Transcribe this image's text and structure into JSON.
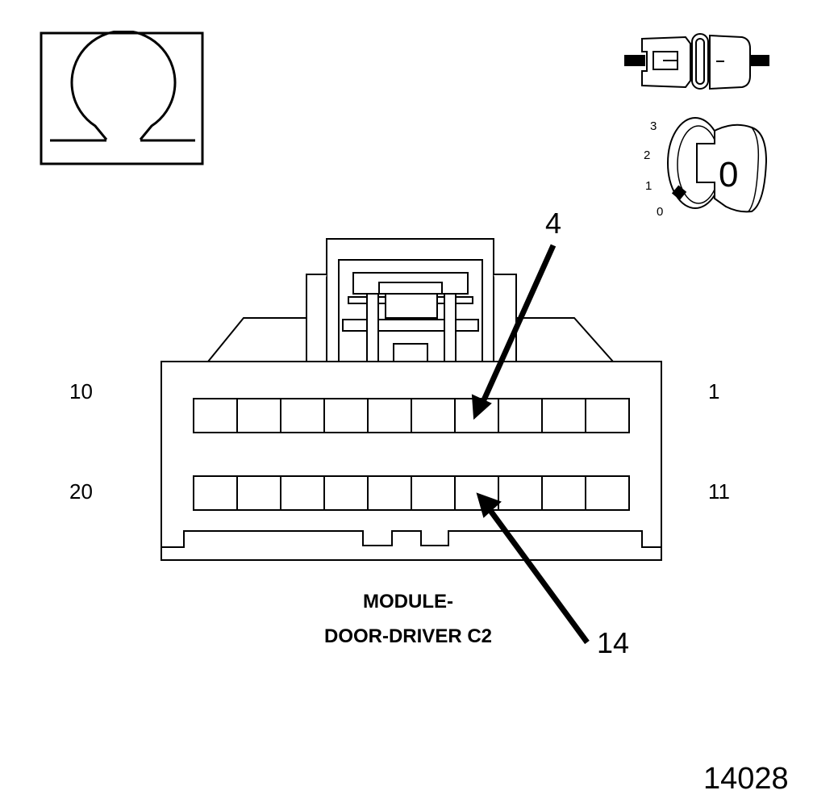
{
  "connector": {
    "caption_line1": "MODULE-",
    "caption_line2": "DOOR-DRIVER C2",
    "pin_labels": {
      "top_left": "10",
      "top_right": "1",
      "bottom_left": "20",
      "bottom_right": "11"
    },
    "callouts": {
      "upper": "4",
      "lower": "14"
    },
    "pins_per_row": 10,
    "rows": 2
  },
  "ignition": {
    "positions": [
      "3",
      "2",
      "1",
      "0"
    ],
    "key_label": "0"
  },
  "icons": {
    "meter": "ohm-icon",
    "disconnect": "disconnected-connector-icon",
    "ignition": "ignition-key-icon"
  },
  "figure_number": "14028"
}
